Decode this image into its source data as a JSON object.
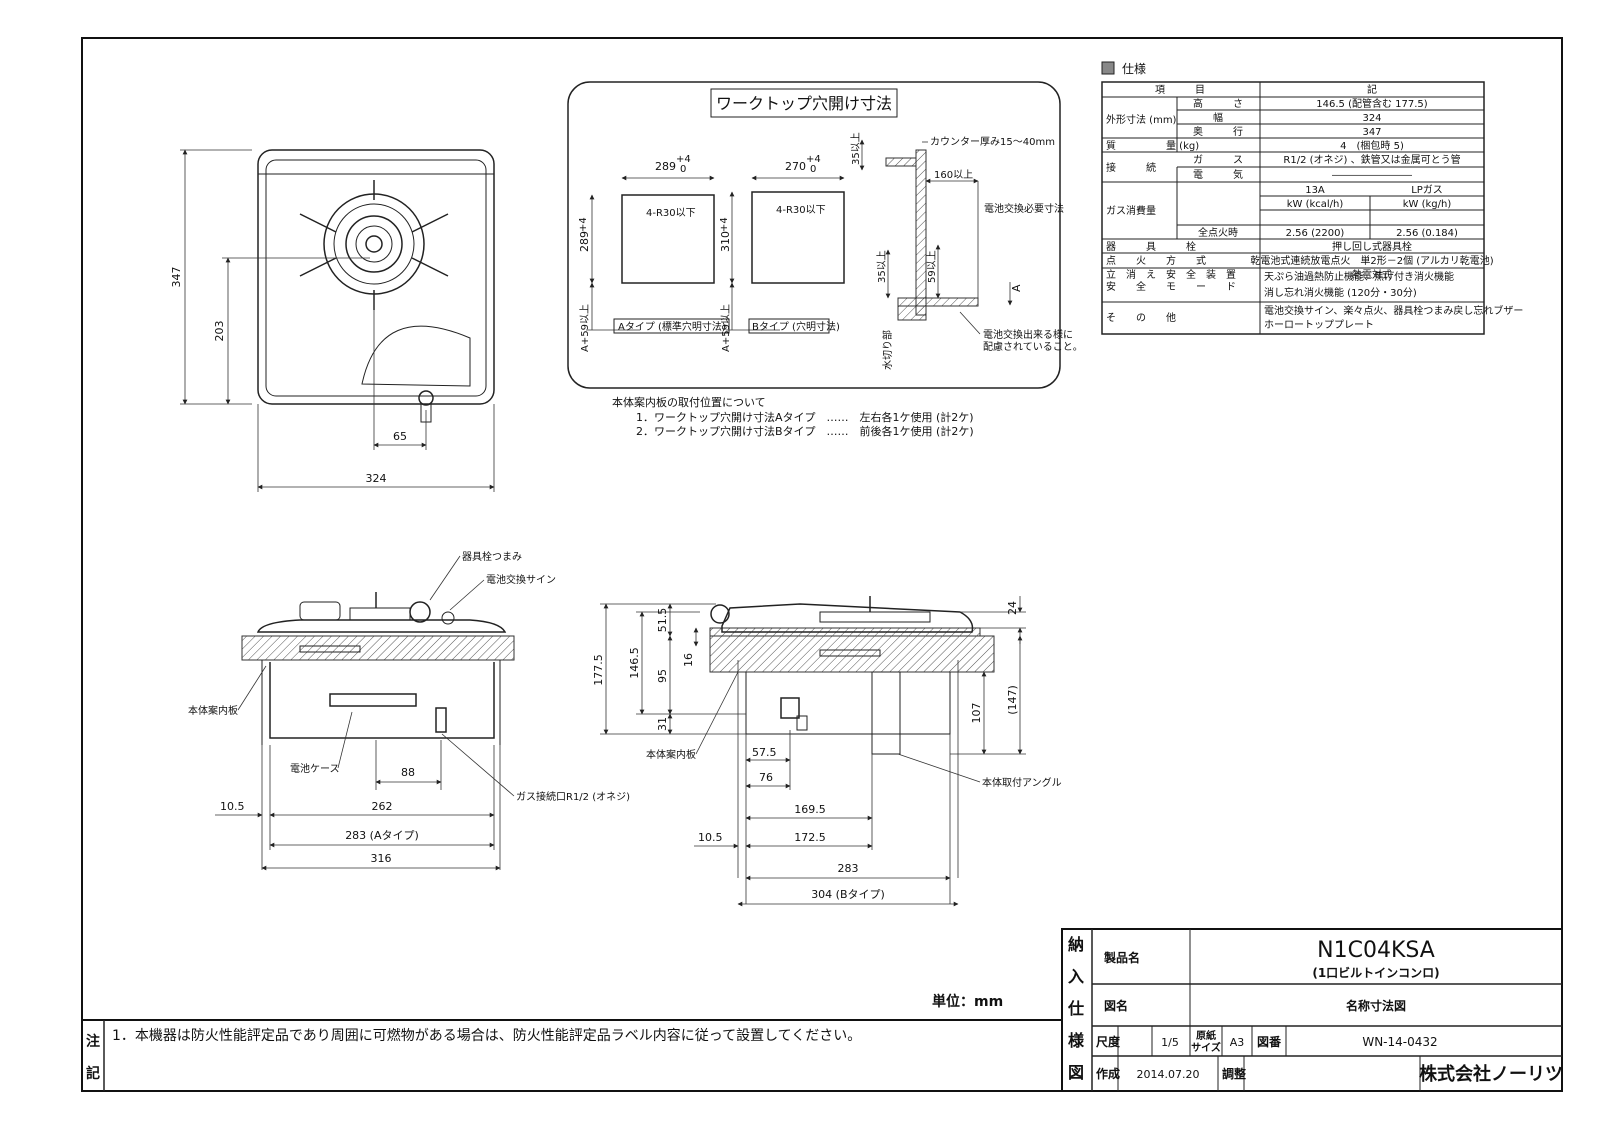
{
  "product": {
    "model": "N1C04KSA",
    "model_sub": "(1口ビルトインコンロ)",
    "drawing_title": "名称寸法図",
    "scale": "1/5",
    "paper_size": "A3",
    "drawing_no": "WN-14-0432",
    "date": "2014.07.20",
    "company": "株式会社ノーリツ",
    "unit": "単位：mm"
  },
  "title_block": {
    "side_label": "納入仕様図",
    "product_name_label": "製品名",
    "drawing_name_label": "図名",
    "scale_label": "尺度",
    "paper_label_1": "原紙",
    "paper_label_2": "サイズ",
    "drawing_no_label": "図番",
    "created_label": "作成",
    "checked_label": "調整"
  },
  "notes": {
    "label": "注記",
    "text": "1．本機器は防火性能評定品であり周囲に可燃物がある場合は、防火性能評定品ラベル内容に従って設置してください。"
  },
  "spec": {
    "title": "仕様",
    "head_item": "項　　　目",
    "head_note": "記",
    "rows": [
      {
        "group": "外形寸法 (mm)",
        "item": "高　　　さ",
        "value": "146.5 (配管含む 177.5)"
      },
      {
        "group": "",
        "item": "幅",
        "value": "324"
      },
      {
        "group": "",
        "item": "奥　　　行",
        "value": "347"
      },
      {
        "group": "質　　　　　量 (kg)",
        "item": "",
        "value": "4　(梱包時 5)"
      },
      {
        "group": "接　　　続",
        "item": "ガ　　　ス",
        "value": "R1/2 (オネジ) 、鉄管又は金属可とう管"
      },
      {
        "group": "",
        "item": "電　　　気",
        "value": "――――――――"
      },
      {
        "group": "ガス消費量",
        "item": "",
        "value_13a": "13A",
        "value_lp": "LPガス"
      },
      {
        "group": "",
        "item": "",
        "value_13a": "kW (kcal/h)",
        "value_lp": "kW (kg/h)"
      },
      {
        "group": "",
        "item": "全点火時",
        "value_13a": "2.56 (2200)",
        "value_lp": "2.56 (0.184)"
      },
      {
        "group": "器　　　具　　　栓",
        "item": "",
        "value": "押し回し式器具栓"
      },
      {
        "group": "点　　火　　方　　式",
        "item": "",
        "value": "乾電池式連続放電点火　単2形－2個 (アルカリ乾電池)"
      },
      {
        "group": "立　消　え　安　全　装　置",
        "item": "",
        "value": "熱電対式"
      },
      {
        "group": "安　　全　　モ　　ー　　ド",
        "item": "",
        "value": "天ぷら油過熱防止機能、焦げ付き消火機能",
        "value2": "消し忘れ消火機能 (120分・30分)"
      },
      {
        "group": "そ　　の　　他",
        "item": "",
        "value": "電池交換サイン、楽々点火、器具栓つまみ戻し忘れブザー",
        "value2": "ホーロートッププレート"
      }
    ]
  },
  "worktop": {
    "title": "ワークトップ穴開け寸法",
    "a_width": "289",
    "a_depth": "289",
    "b_width": "270",
    "b_depth": "310",
    "tol_plus": "+4",
    "tol_zero": "0",
    "radius": "4-R30以下",
    "a_offset": "A+59以上",
    "a_caption": "Aタイプ (標準穴明寸法)",
    "b_caption": "Bタイプ (穴明寸法)",
    "counter_thickness": "カウンター厚み15～40mm",
    "dim_35": "35以上",
    "dim_160": "160以上",
    "dim_35b": "35以上",
    "dim_59": "59以上",
    "battery_space": "電池交換必要寸法",
    "battery_note_1": "電池交換出来る様に",
    "battery_note_2": "配慮されていること。",
    "water_side": "水切り部",
    "letter_a": "A"
  },
  "mount_note": {
    "title": "本体案内板の取付位置について",
    "line1": "1．ワークトップ穴開け寸法Aタイプ　……　左右各1ケ使用 (計2ケ)",
    "line2": "2．ワークトップ穴開け寸法Bタイプ　……　前後各1ケ使用 (計2ケ)"
  },
  "top_view": {
    "depth": "347",
    "knob_depth": "203",
    "knob_offset": "65",
    "width": "324"
  },
  "front_view": {
    "knob_label": "器具栓つまみ",
    "battery_sign_label": "電池交換サイン",
    "guide_plate_label": "本体案内板",
    "battery_case_label": "電池ケース",
    "gas_conn_label": "ガス接続口R1/2 (オネジ)",
    "d_88": "88",
    "d_10_5": "10.5",
    "d_262": "262",
    "d_283a": "283 (Aタイプ)",
    "d_316": "316"
  },
  "side_view": {
    "d_177_5": "177.5",
    "d_146_5": "146.5",
    "d_51_5": "51.5",
    "d_16": "16",
    "d_95": "95",
    "d_31": "31",
    "d_24": "24",
    "d_107": "107",
    "d_147": "(147)",
    "guide_plate_label": "本体案内板",
    "angle_label": "本体取付アングル",
    "d_57_5": "57.5",
    "d_76": "76",
    "d_169_5": "169.5",
    "d_10_5": "10.5",
    "d_172_5": "172.5",
    "d_283": "283",
    "d_304b": "304 (Bタイプ)"
  }
}
